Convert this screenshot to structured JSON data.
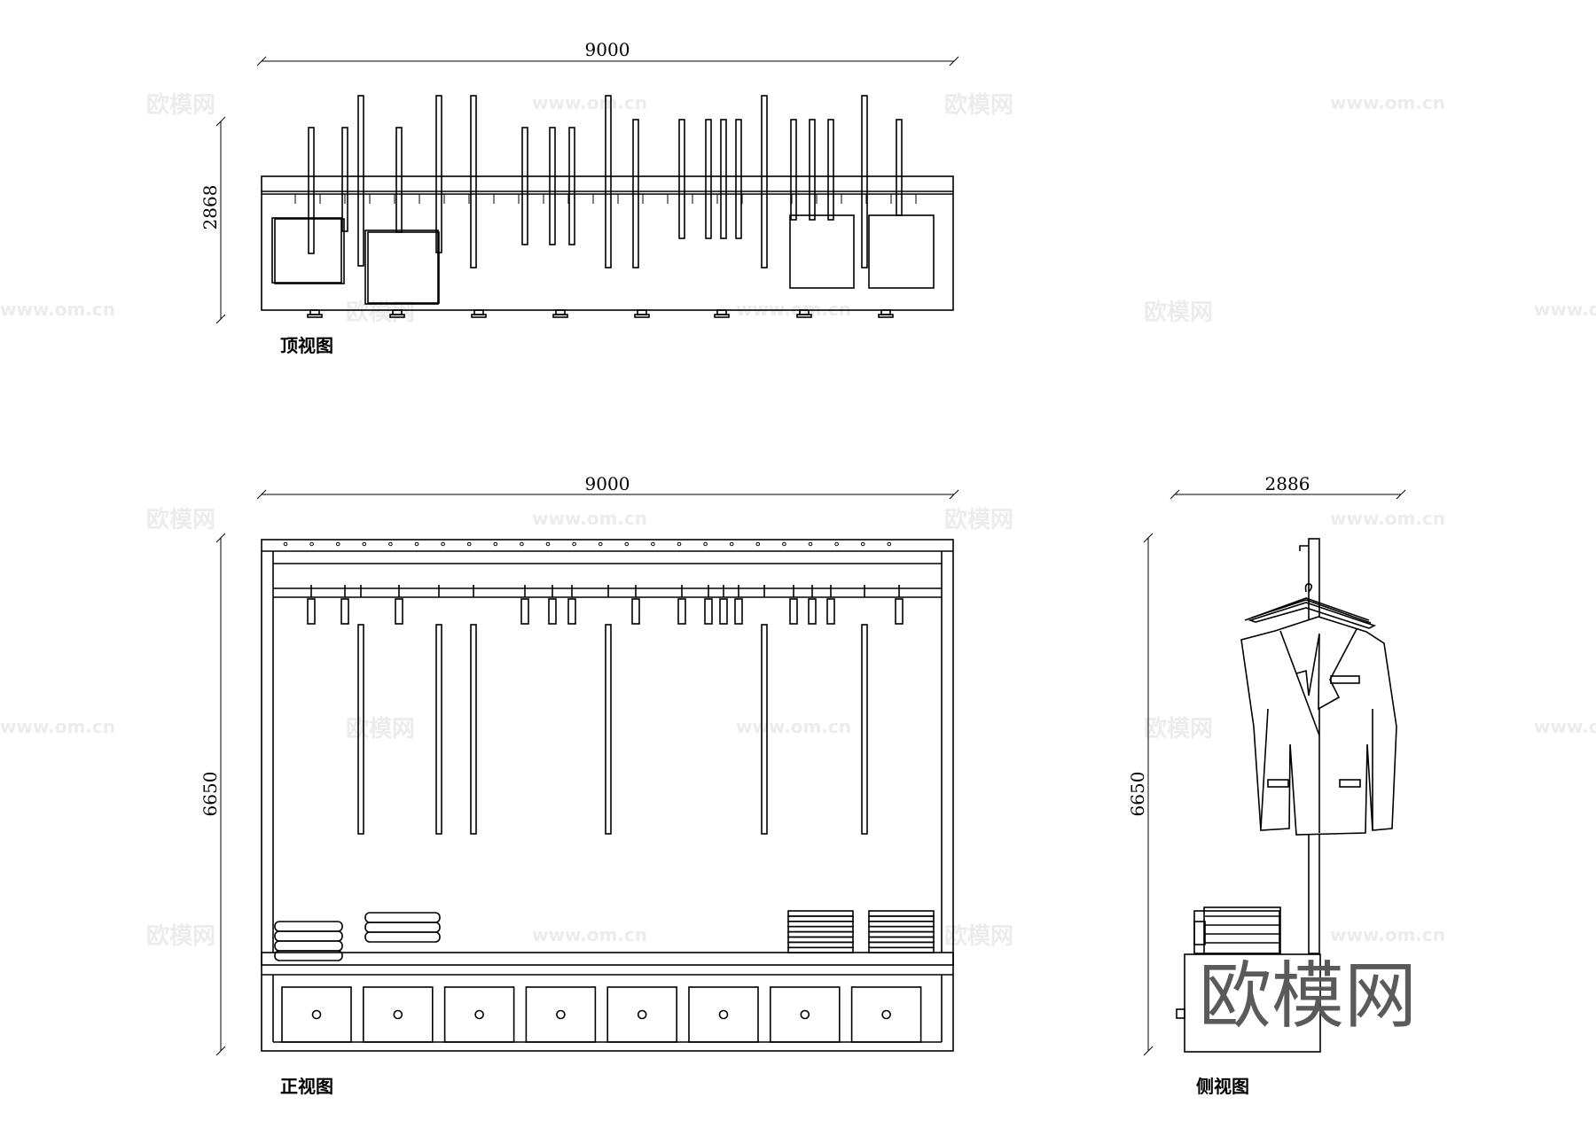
{
  "dimensions": {
    "top_width": "9000",
    "top_depth": "2868",
    "front_width": "9000",
    "front_height": "6650",
    "side_width": "2886",
    "side_height": "6650"
  },
  "labels": {
    "top_view": "顶视图",
    "front_view": "正视图",
    "side_view": "侧视图"
  },
  "watermark": {
    "brand": "欧模网",
    "url": "www.om.cn"
  }
}
